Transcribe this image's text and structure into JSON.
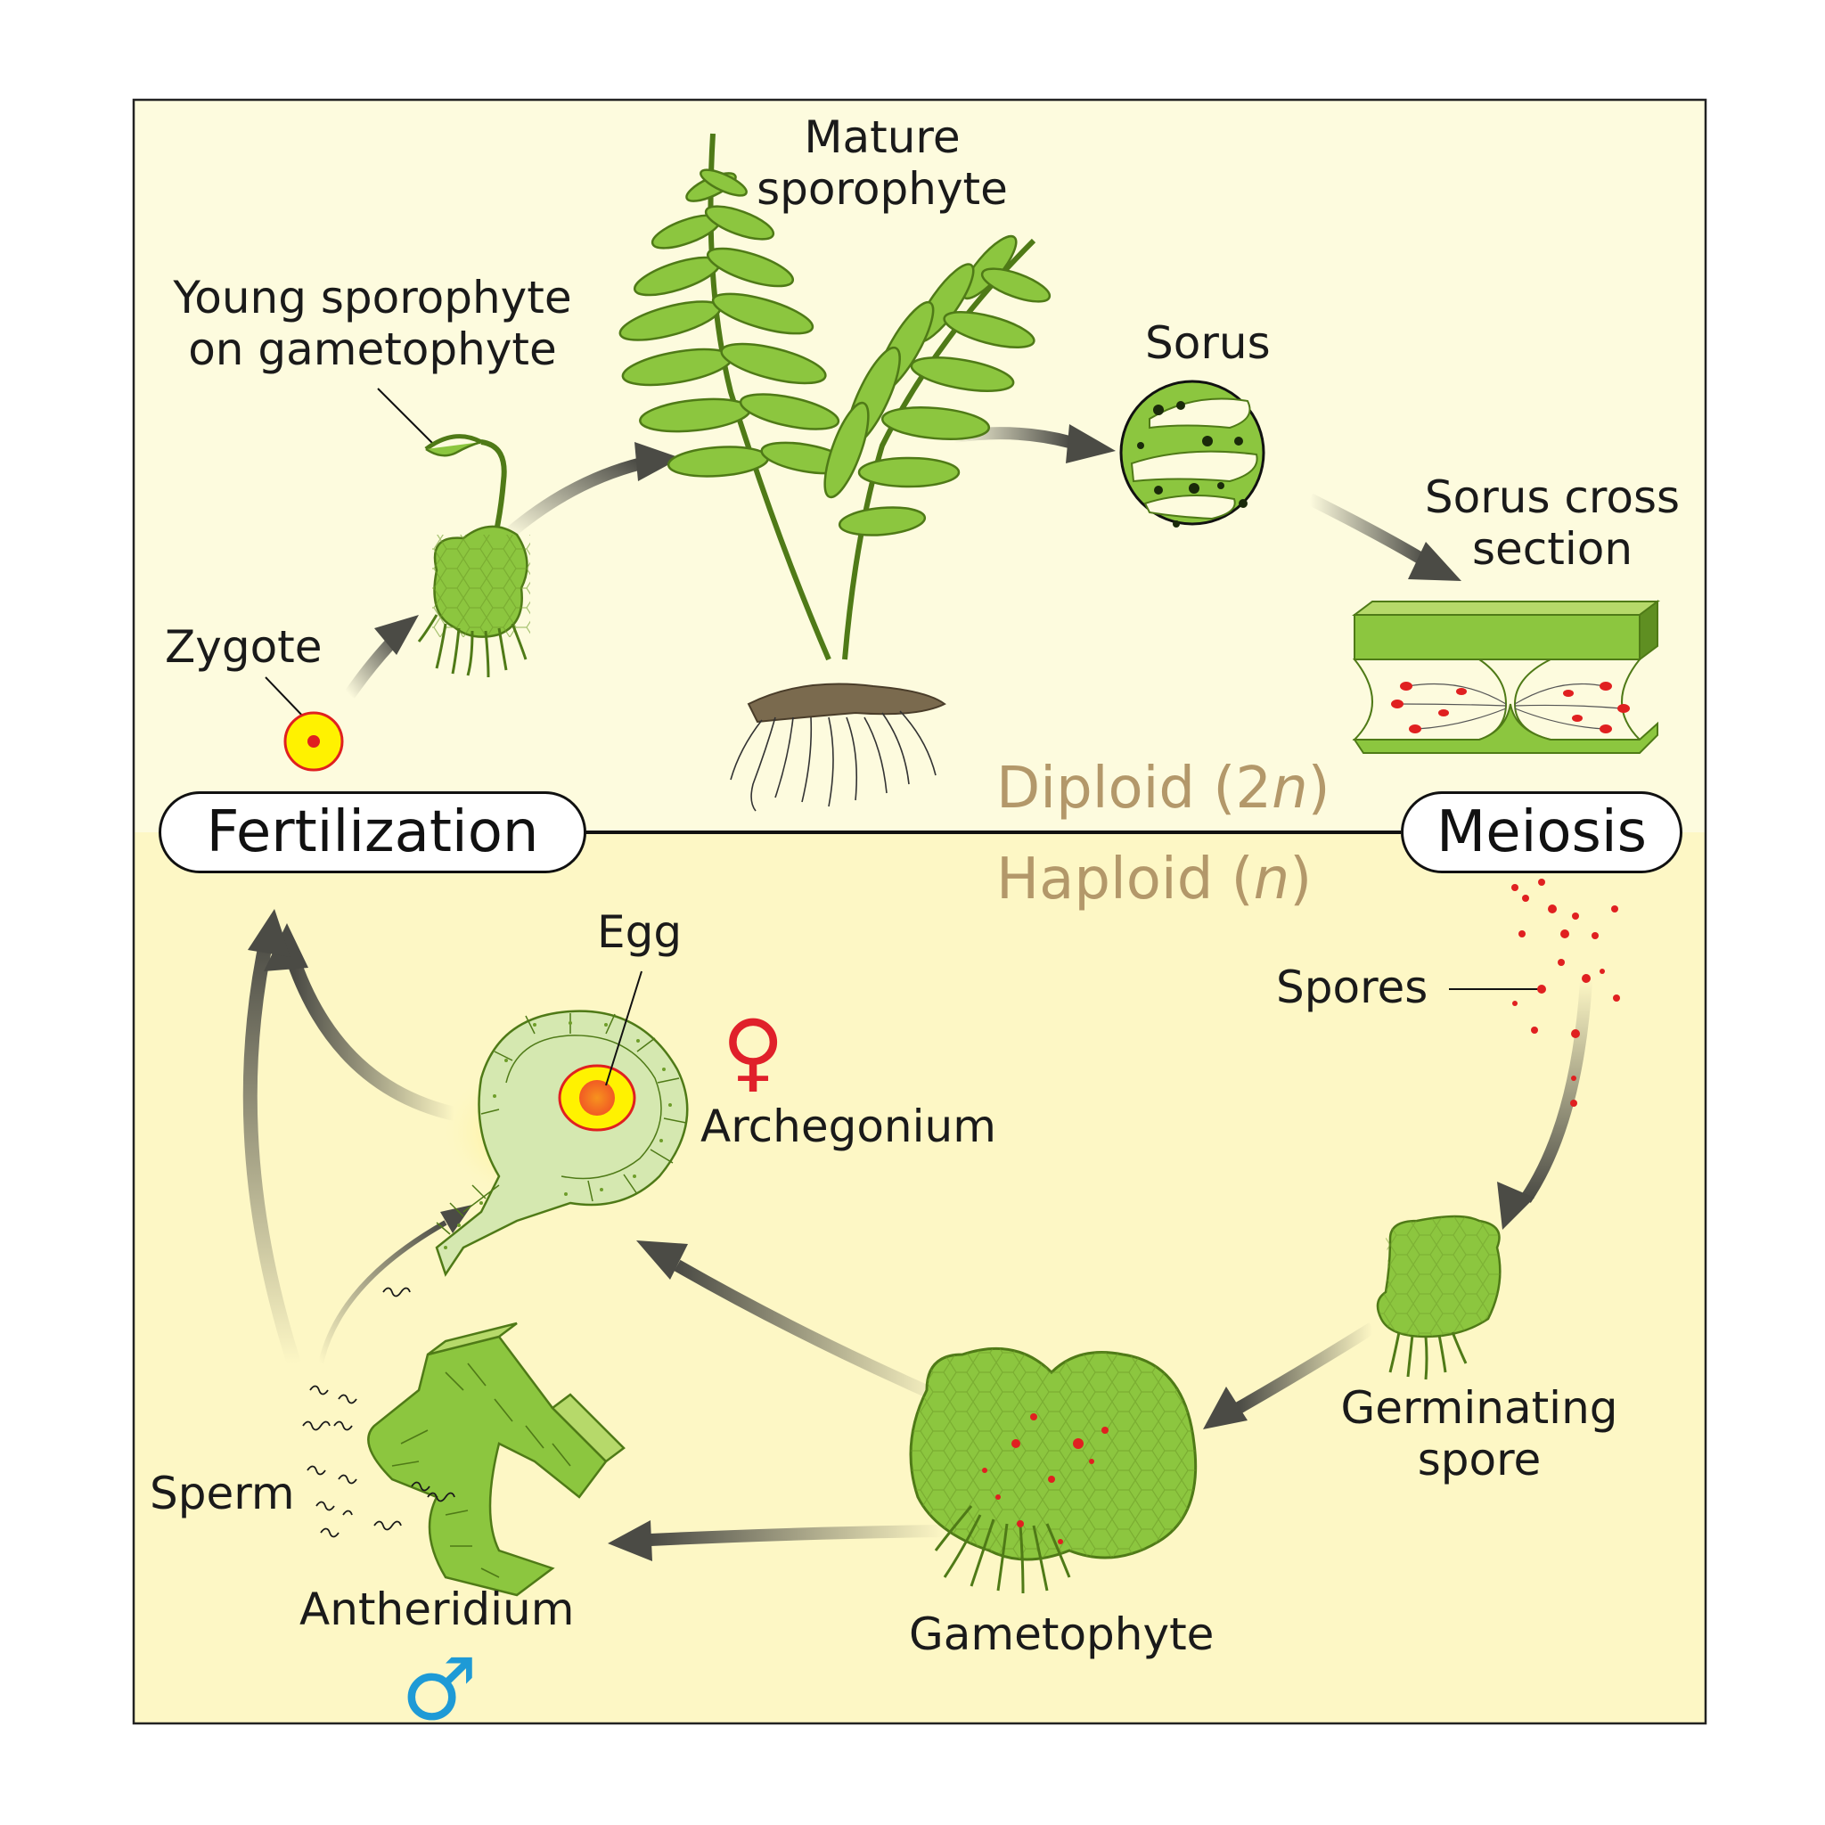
{
  "labels": {
    "young_sporophyte": [
      "Young sporophyte",
      "on gametophyte"
    ],
    "mature_sporophyte": [
      "Mature",
      "sporophyte"
    ],
    "sorus": "Sorus",
    "sorus_cross_section": [
      "Sorus cross",
      "section"
    ],
    "zygote": "Zygote",
    "egg": "Egg",
    "archegonium": "Archegonium",
    "spores": "Spores",
    "germinating_spore": [
      "Germinating",
      "spore"
    ],
    "gametophyte": "Gametophyte",
    "sperm": "Sperm",
    "antheridium": "Antheridium"
  },
  "stages": {
    "fertilization": "Fertilization",
    "meiosis": "Meiosis"
  },
  "ploidy": {
    "diploid_word": "Diploid (2",
    "diploid_var": "n",
    "diploid_end": ")",
    "haploid_word": "Haploid (",
    "haploid_var": "n",
    "haploid_end": ")"
  },
  "symbols": {
    "female": "♀",
    "male": "♂"
  },
  "colors": {
    "diploid_bg": "#fdfbde",
    "haploid_bg": "#fdf7c5",
    "plant_green": "#8cc63f",
    "plant_dark": "#4f7a17",
    "cell_pale": "#d5e8b0",
    "egg_red": "#e02020",
    "egg_yellow": "#fff200",
    "arrow_dark": "#4b4b45",
    "ploidy_text": "#b3986a",
    "female_symbol": "#e0202a",
    "male_symbol": "#1e9ad6"
  }
}
